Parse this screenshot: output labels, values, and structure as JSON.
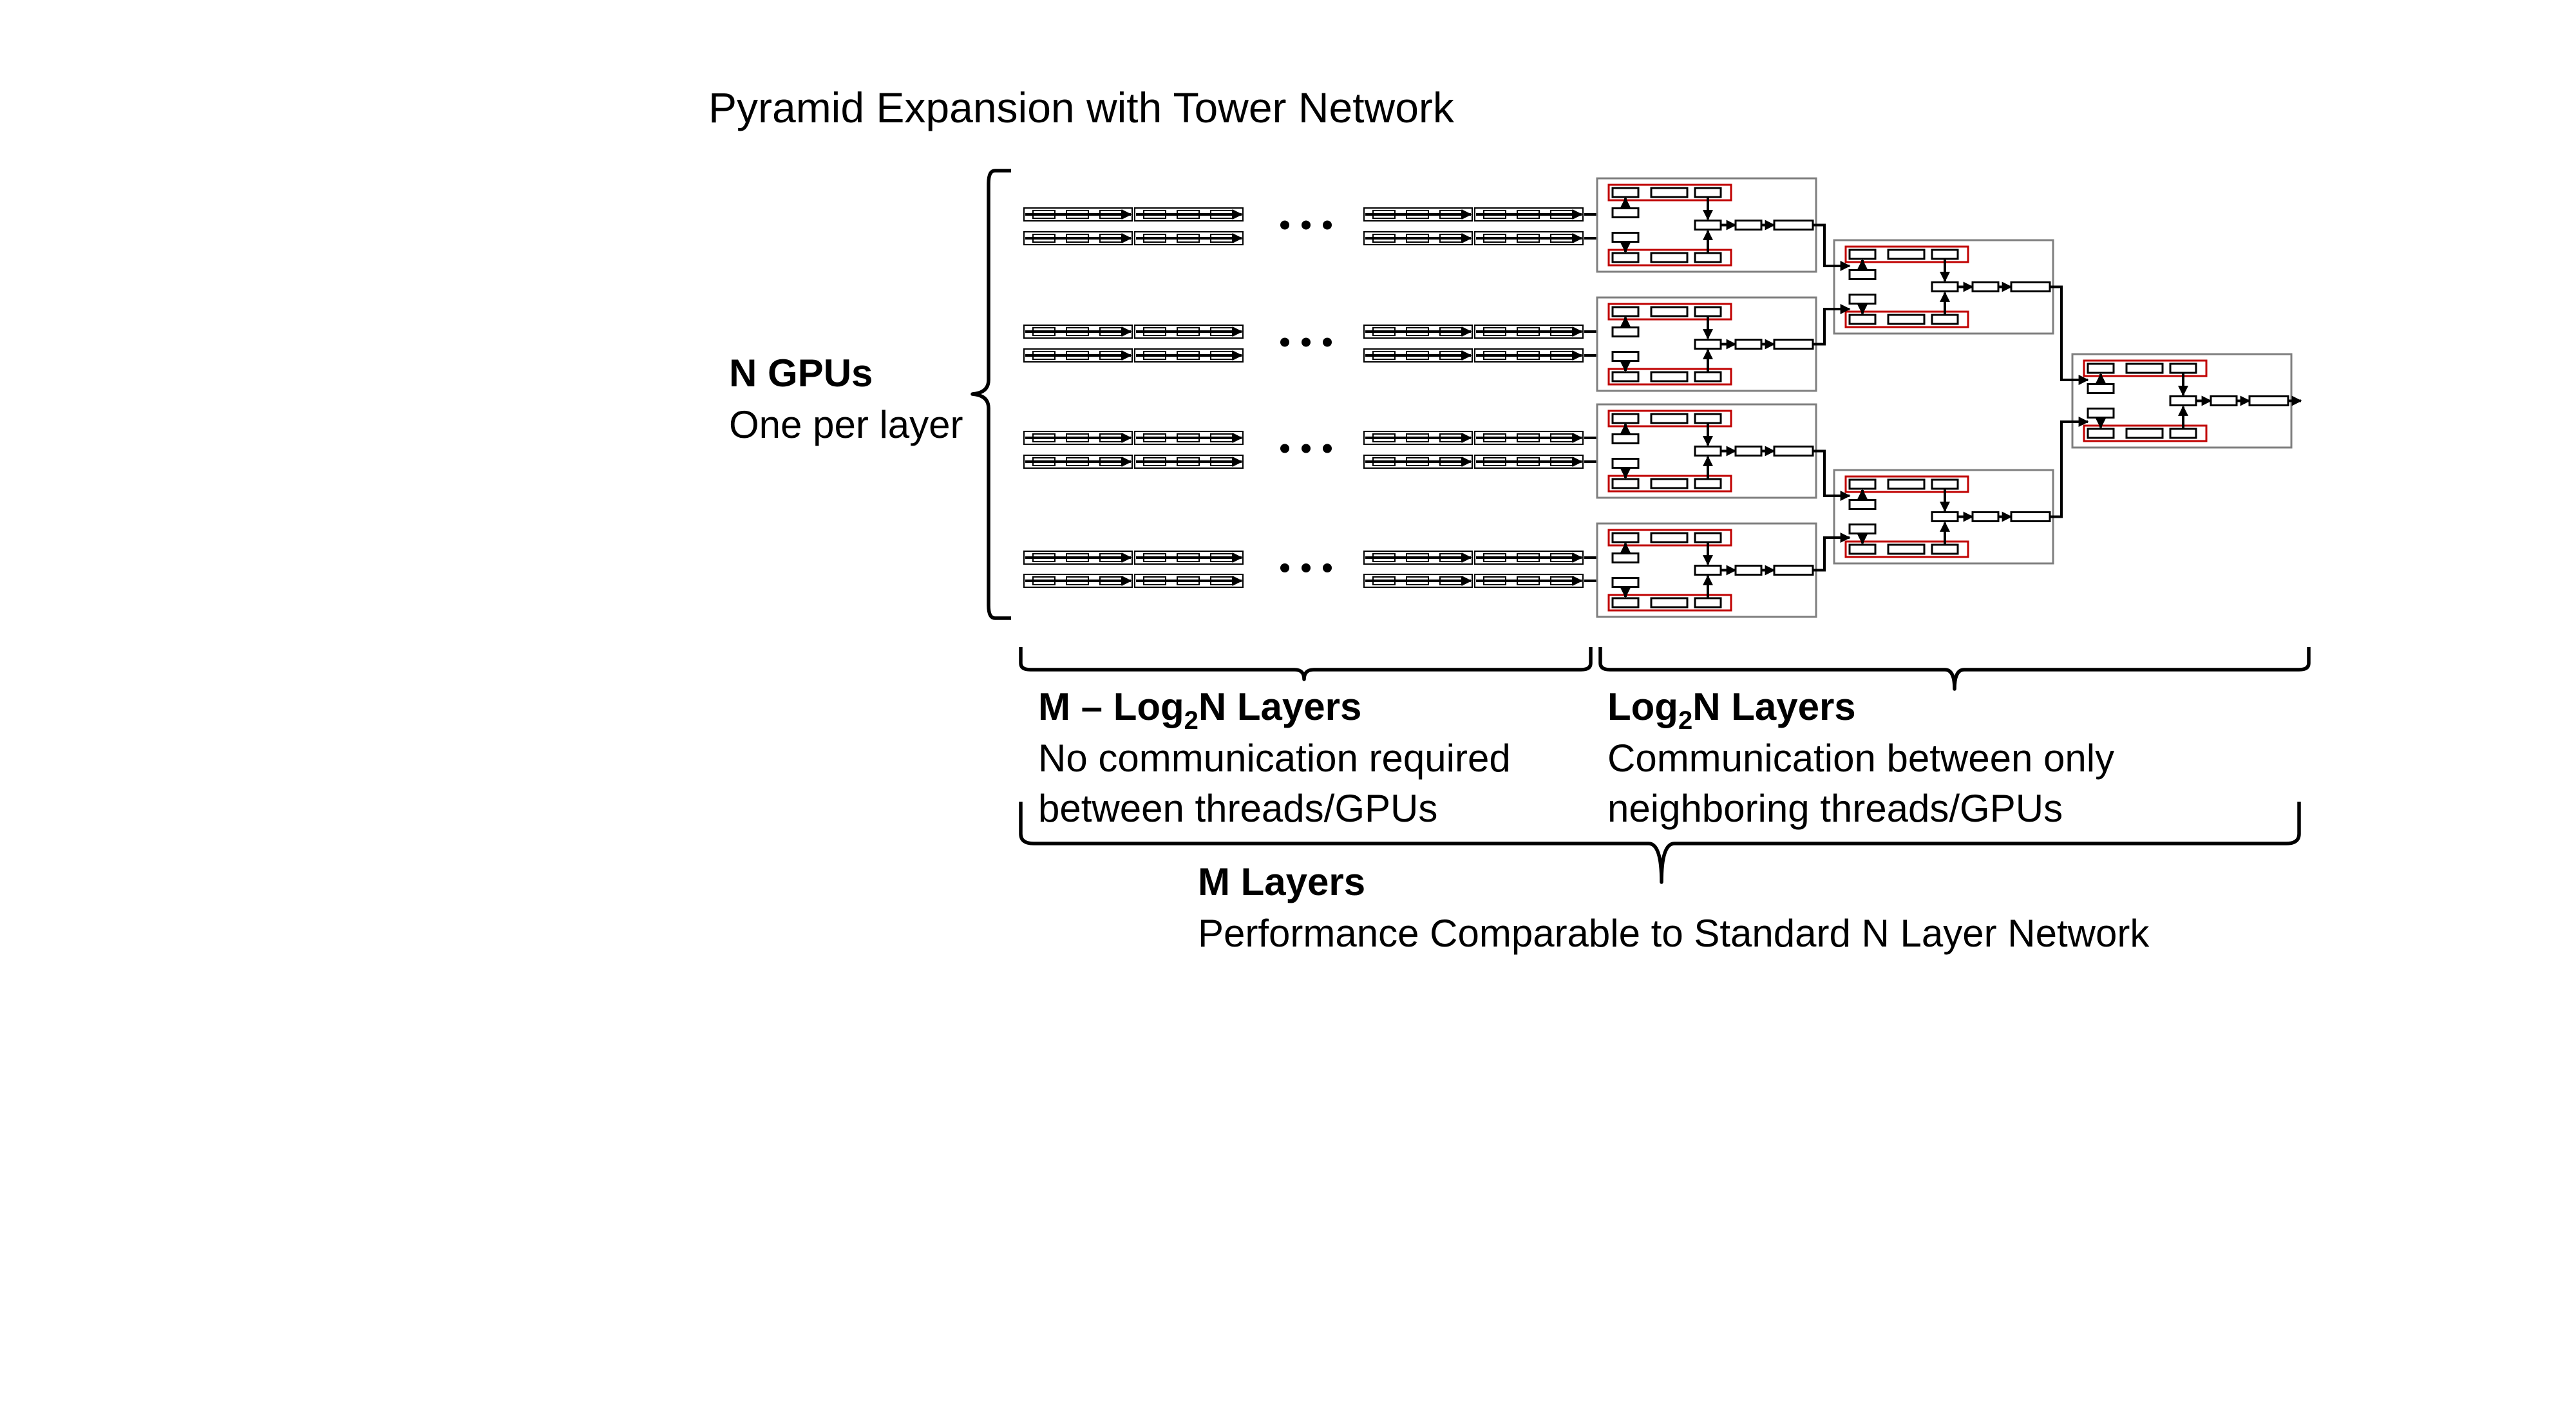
{
  "title": "Pyramid Expansion with Tower Network",
  "gpus": {
    "heading": "N GPUs",
    "caption": "One per layer"
  },
  "left_section": {
    "heading_prefix": "M – Log",
    "heading_sub": "2",
    "heading_suffix": "N Layers",
    "lines": [
      "No communication required",
      "between threads/GPUs"
    ]
  },
  "right_section": {
    "heading_prefix": "Log",
    "heading_sub": "2",
    "heading_suffix": "N Layers",
    "lines": [
      "Communication between only",
      "neighboring  threads/GPUs"
    ]
  },
  "total": {
    "heading": "M Layers",
    "caption": "Performance Comparable to Standard N Layer Network"
  },
  "ellipsis": "…",
  "colors": {
    "merge_highlight": "#c00000",
    "group_border": "#7f7f7f"
  }
}
